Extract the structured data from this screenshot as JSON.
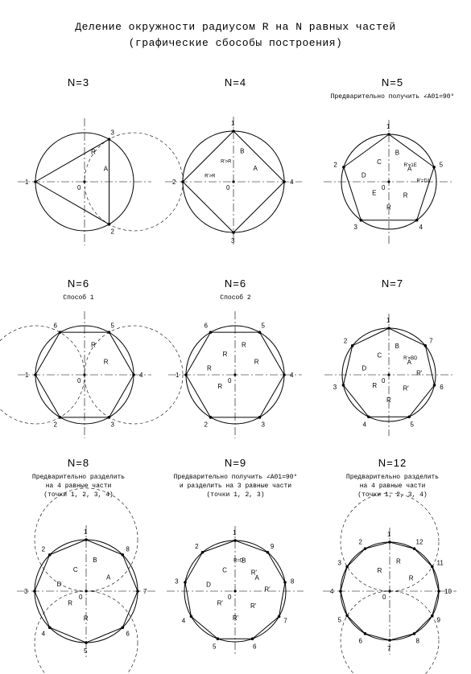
{
  "title_line1": "Деление окружности радиусом R на N равных частей",
  "title_line2": "(графические сбособы построения)",
  "panels": [
    {
      "title": "N=3",
      "note": "",
      "labels": [
        "1",
        "2",
        "3",
        "A",
        "0",
        "R"
      ]
    },
    {
      "title": "N=4",
      "note": "",
      "labels": [
        "1",
        "2",
        "3",
        "4",
        "A",
        "B",
        "0",
        "R'>R",
        "R'>R"
      ]
    },
    {
      "title": "N=5",
      "note": "Предварительно получить ∠A01=90°",
      "labels": [
        "1",
        "2",
        "3",
        "4",
        "5",
        "A",
        "B",
        "C",
        "D",
        "E",
        "0",
        "R",
        "R",
        "R'=D1",
        "R'=1E"
      ]
    },
    {
      "title": "N=6",
      "note": "Способ 1",
      "labels": [
        "1",
        "2",
        "3",
        "4",
        "5",
        "6",
        "0",
        "R",
        "R"
      ]
    },
    {
      "title": "N=6",
      "note": "Способ 2",
      "labels": [
        "1",
        "2",
        "3",
        "4",
        "5",
        "6",
        "0",
        "R",
        "R",
        "R",
        "R",
        "R"
      ]
    },
    {
      "title": "N=7",
      "note": "",
      "labels": [
        "1",
        "2",
        "3",
        "4",
        "5",
        "6",
        "7",
        "A",
        "B",
        "C",
        "D",
        "0",
        "R",
        "R",
        "R'",
        "R'",
        "R'=BD"
      ]
    },
    {
      "title": "N=8",
      "note": "Предварительно разделить\nна 4 равные части\n(точки 1, 2, 3, 4)",
      "labels": [
        "1",
        "2",
        "3",
        "4",
        "5",
        "6",
        "7",
        "8",
        "A",
        "B",
        "C",
        "D",
        "0",
        "R",
        "R"
      ]
    },
    {
      "title": "N=9",
      "note": "Предварительно получить ∠A01=90°\nи разделить на 3 равные части\n(точки 1, 2, 3)",
      "labels": [
        "1",
        "2",
        "3",
        "4",
        "5",
        "6",
        "7",
        "8",
        "9",
        "A",
        "B",
        "C",
        "D",
        "0",
        "R'",
        "R'",
        "R'",
        "R'",
        "R'",
        "R=D"
      ]
    },
    {
      "title": "N=12",
      "note": "Предварительно разделить\nна 4 равные части\n(точки 1, 2, 3, 4)",
      "labels": [
        "1",
        "2",
        "3",
        "4",
        "5",
        "6",
        "7",
        "8",
        "9",
        "10",
        "11",
        "12",
        "0",
        "R",
        "R",
        "R"
      ]
    }
  ]
}
